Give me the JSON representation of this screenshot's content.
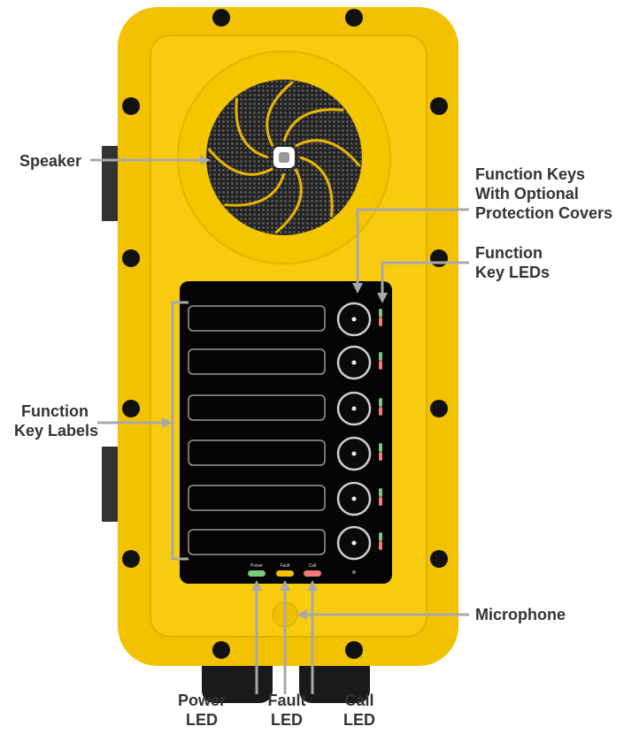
{
  "callouts": {
    "speaker": "Speaker",
    "function_keys": [
      "Function Keys",
      "With Optional",
      "Protection Covers"
    ],
    "function_key_leds": [
      "Function",
      "Key LEDs"
    ],
    "function_key_labels": [
      "Function",
      "Key Labels"
    ],
    "microphone": "Microphone",
    "power_led": [
      "Power",
      "LED"
    ],
    "fault_led": [
      "Fault",
      "LED"
    ],
    "call_led": [
      "Call",
      "LED"
    ]
  },
  "panel_text": {
    "power": "Power",
    "fault": "Fault",
    "call": "Call"
  },
  "function_key_count": 6,
  "colors": {
    "housing": "#f5c400",
    "panel": "#050505",
    "power_led": "#7ec87a",
    "fault_led": "#f5c000",
    "call_led": "#f47a78",
    "arrow": "#a9a9ab"
  }
}
